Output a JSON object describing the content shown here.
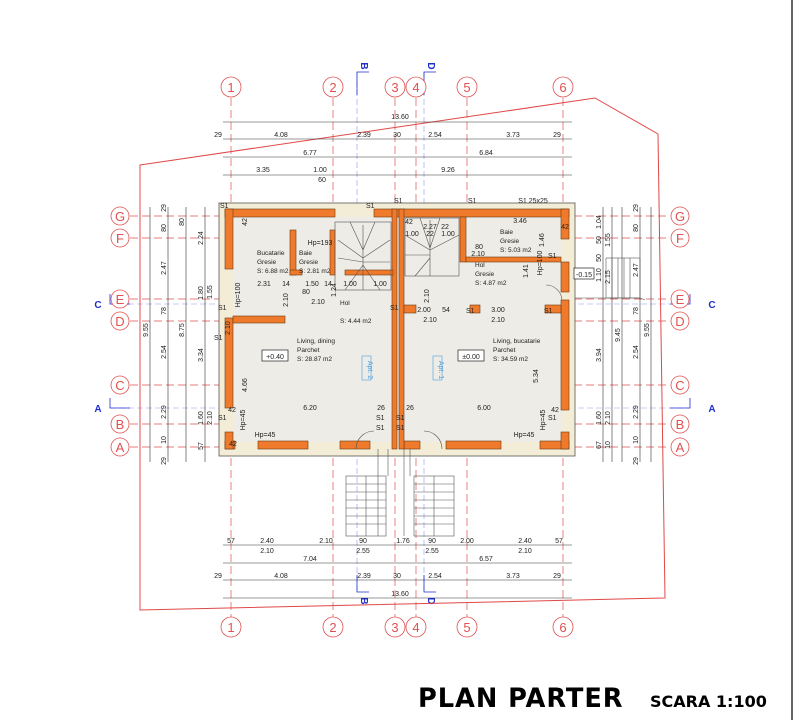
{
  "title": "PLAN PARTER",
  "scale": "SCARA 1:100",
  "colors": {
    "wall": "#f07a2c",
    "grid": "#e05050",
    "section": "#2030d0",
    "floor": "#eeece6",
    "insulation": "#f3ecd6"
  },
  "axes_x": [
    "1",
    "2",
    "3",
    "4",
    "5",
    "6"
  ],
  "axes_y": [
    "G",
    "F",
    "E",
    "D",
    "C",
    "B",
    "A"
  ],
  "sections": {
    "A": "A",
    "B": "B",
    "C": "C",
    "D": "D"
  },
  "rooms": [
    {
      "name": "Bucatarie",
      "finish": "Gresie",
      "area": "S: 6.88 m2"
    },
    {
      "name": "Baie",
      "finish": "Gresie",
      "area": "S: 2.81 m2"
    },
    {
      "name": "Hol",
      "finish": "",
      "area": "S: 4.44 m2"
    },
    {
      "name": "Living, dining",
      "finish": "Parchet",
      "area": "S: 28.87 m2"
    },
    {
      "name": "Baie",
      "finish": "Gresie",
      "area": "S: 5.03 m2"
    },
    {
      "name": "Hol",
      "finish": "Gresie",
      "area": "S: 4.87 m2"
    },
    {
      "name": "Living, bucatarie",
      "finish": "Parchet",
      "area": "S: 34.59 m2"
    }
  ],
  "levels": [
    "+0.40",
    "±0.00",
    "-0.15"
  ],
  "apartments": [
    "Apt. 2",
    "Apt. 1"
  ],
  "annotations": [
    "Hp=193",
    "Hp=45",
    "Hp=45",
    "Hp=100",
    "Hp=100",
    "Hp=45",
    "Hp=45",
    "S1 25x25"
  ],
  "dims": {
    "top": [
      "13.60",
      "29",
      "4.08",
      "2.39",
      "30",
      "2.54",
      "3.73",
      "29",
      "6.77",
      "6.84",
      "3.35",
      "1.00",
      "60",
      "9.26"
    ],
    "bottom": [
      "57",
      "2.40",
      "2.10",
      "90",
      "1.76",
      "90",
      "2.00",
      "2.40",
      "57",
      "2.10",
      "2.55",
      "2.55",
      "2.10",
      "7.04",
      "6.57",
      "29",
      "4.08",
      "2.39",
      "30",
      "2.54",
      "3.73",
      "29",
      "13.60"
    ],
    "left": [
      "9.55",
      "29",
      "80",
      "2.47",
      "78",
      "2.54",
      "2.29",
      "10",
      "29",
      "8.75",
      "80",
      "2.24",
      "1.80",
      "1.55",
      "3.34",
      "1.60",
      "2.10",
      "57"
    ],
    "right": [
      "1.04",
      "50",
      "50",
      "1.10",
      "3.94",
      "1.60",
      "67",
      "1.55",
      "2.15",
      "2.10",
      "10",
      "9.45",
      "29",
      "80",
      "2.47",
      "78",
      "2.54",
      "2.29",
      "10",
      "29",
      "9.55"
    ],
    "interior": [
      "2.31",
      "14",
      "1.50",
      "14",
      "1.00",
      "1.00",
      "2.10",
      "80",
      "2.10",
      "1.24",
      "2.00",
      "54",
      "3.00",
      "2.10",
      "2.10",
      "2.27",
      "22",
      "1.00",
      "22",
      "1.00",
      "3.46",
      "1.46",
      "2.10",
      "80",
      "1.41",
      "6.20",
      "26",
      "26",
      "6.00",
      "4.66",
      "5.34",
      "2.10",
      "2.10",
      "42",
      "42",
      "42",
      "42",
      "42",
      "42"
    ]
  }
}
